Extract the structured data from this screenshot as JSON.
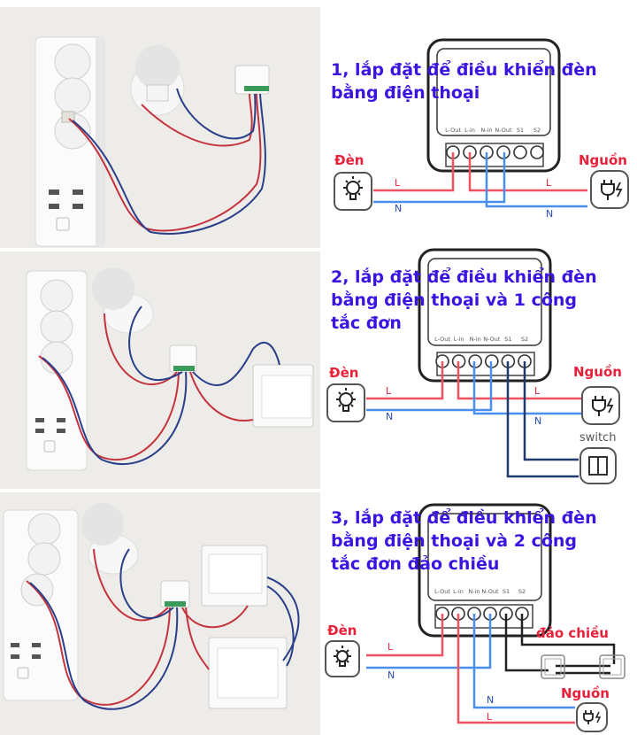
{
  "panels": [
    {
      "title": "1, lắp đặt để điều khiển đèn bằng điện thoại",
      "title_lines": [
        "1, lắp đặt để điều khiển đèn",
        "bằng điện thoại"
      ],
      "lamp_label": "Đèn",
      "power_label": "Nguồn",
      "terminals": [
        "L-Out",
        "L-in",
        "N-in",
        "N-Out",
        "S1",
        "S2"
      ],
      "wire_labels": {
        "lamp_L": "L",
        "lamp_N": "N",
        "power_L": "L",
        "power_N": "N"
      }
    },
    {
      "title": "2, lắp đặt để điều khiển đèn bằng điện thoại và 1 công tắc đơn",
      "title_lines": [
        "2, lắp đặt để điều khiển đèn",
        "bằng điện thoại và 1 công",
        "tắc đơn"
      ],
      "lamp_label": "Đèn",
      "power_label": "Nguồn",
      "switch_label": "switch",
      "terminals": [
        "L-Out",
        "L-in",
        "N-in",
        "N-Out",
        "S1",
        "S2"
      ],
      "wire_labels": {
        "lamp_L": "L",
        "lamp_N": "N",
        "power_L": "L",
        "power_N": "N"
      }
    },
    {
      "title": "3, lắp đặt để điều khiển đèn bằng điện thoại và 2 công tắc đơn đảo chiều",
      "title_lines": [
        "3, lắp đặt để điều khiển đèn",
        "bằng điện thoại và 2 công",
        "tắc đơn đảo chiều"
      ],
      "lamp_label": "Đèn",
      "power_label": "Nguồn",
      "switch_label": "đảo chiều",
      "terminals": [
        "L-Out",
        "L-in",
        "N-in",
        "N-Out",
        "S1",
        "S2"
      ],
      "wire_labels": {
        "lamp_L": "L",
        "lamp_N": "N",
        "power_L": "L",
        "power_N": "N"
      }
    }
  ],
  "colors": {
    "title": "#3b14e0",
    "label_red": "#e8203a",
    "live_wire": "#ef5361",
    "neutral_wire": "#4a8ff0",
    "switch_wire_dark": "#1e3a6e",
    "switch_wire_black": "#222222"
  }
}
